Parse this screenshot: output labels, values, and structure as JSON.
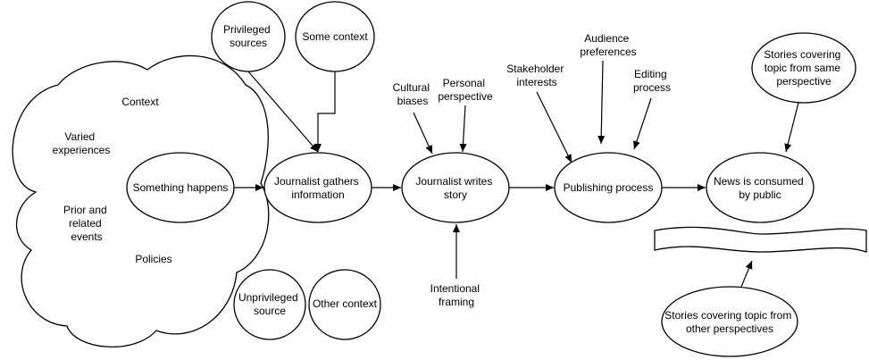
{
  "colors": {
    "stroke": "#000000",
    "fill": "#ffffff",
    "text": "#000000"
  },
  "context_cloud": {
    "context": "Context",
    "varied_experiences": [
      "Varied",
      "experiences"
    ],
    "prior_events": [
      "Prior and",
      "related",
      "events"
    ],
    "policies": "Policies"
  },
  "nodes": {
    "something_happens": [
      "Something happens"
    ],
    "journalist_gathers": [
      "Journalist gathers",
      "information"
    ],
    "journalist_writes": [
      "Journalist writes",
      "story"
    ],
    "publishing_process": [
      "Publishing process"
    ],
    "news_consumed": [
      "News is consumed",
      "by public"
    ],
    "privileged_sources": [
      "Privileged",
      "sources"
    ],
    "some_context": [
      "Some context"
    ],
    "unprivileged_source": [
      "Unprivileged",
      "source"
    ],
    "other_context": [
      "Other context"
    ],
    "same_perspective": [
      "Stories covering",
      "topic from same",
      "perspective"
    ],
    "other_perspectives": [
      "Stories covering topic from",
      "other perspectives"
    ]
  },
  "labels": {
    "cultural_biases": [
      "Cultural",
      "biases"
    ],
    "personal_perspective": [
      "Personal",
      "perspective"
    ],
    "intentional_framing": [
      "Intentional",
      "framing"
    ],
    "stakeholder_interests": [
      "Stakeholder",
      "interests"
    ],
    "audience_preferences": [
      "Audience",
      "preferences"
    ],
    "editing_process": [
      "Editing",
      "process"
    ]
  }
}
